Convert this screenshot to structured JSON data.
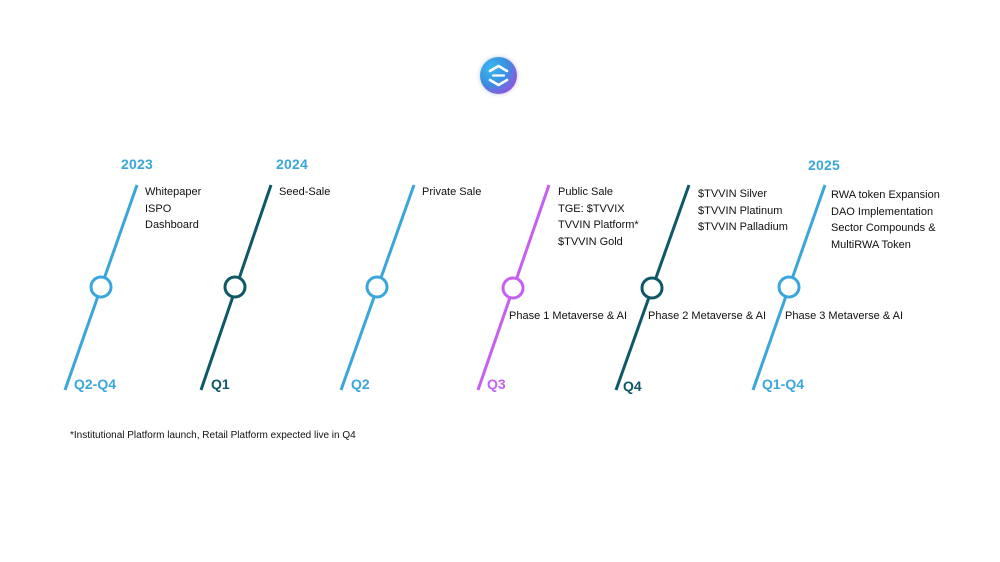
{
  "years": [
    "2023",
    "2024",
    "2025"
  ],
  "milestones": [
    {
      "quarter": "Q2-Q4",
      "color": "#3aa6dc",
      "items": [
        "Whitepaper",
        "ISPO",
        "Dashboard"
      ],
      "phase": ""
    },
    {
      "quarter": "Q1",
      "color": "#0e5868",
      "items": [
        "Seed-Sale"
      ],
      "phase": ""
    },
    {
      "quarter": "Q2",
      "color": "#3aa6dc",
      "items": [
        "Private Sale"
      ],
      "phase": ""
    },
    {
      "quarter": "Q3",
      "color": "#c75ff0",
      "items": [
        "Public Sale",
        "TGE: $TVVIX",
        "TVVIN Platform*",
        "$TVVIN Gold"
      ],
      "phase": "Phase 1  Metaverse & AI"
    },
    {
      "quarter": "Q4",
      "color": "#0e5868",
      "items": [
        "$TVVIN Silver",
        "$TVVIN Platinum",
        "$TVVIN Palladium"
      ],
      "phase": "Phase 2  Metaverse & AI"
    },
    {
      "quarter": "Q1-Q4",
      "color": "#3aa6dc",
      "items": [
        "RWA token Expansion",
        "DAO Implementation",
        "Sector Compounds &",
        "MultiRWA Token"
      ],
      "phase": "Phase 3 Metaverse & AI"
    }
  ],
  "footnote": "*Institutional Platform launch, Retail Platform expected live in Q4",
  "logo": {
    "icon": "chevron-swap-logo-icon"
  }
}
